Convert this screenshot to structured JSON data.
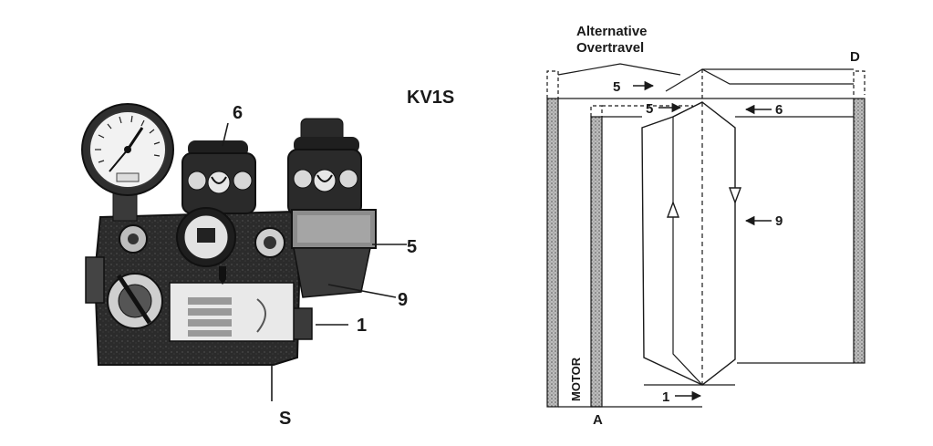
{
  "title": "KV1S",
  "photo_callouts": {
    "six": "6",
    "five": "5",
    "nine": "9",
    "one": "1",
    "s": "S"
  },
  "diagram_labels": {
    "alt_line1": "Alternative",
    "alt_line2": "Overtravel",
    "d": "D",
    "a": "A",
    "motor": "MOTOR",
    "five_top": "5",
    "five_inner": "5",
    "six": "6",
    "nine": "9",
    "one": "1"
  },
  "colors": {
    "ink": "#1a1a1a",
    "body": "#2b2b2b",
    "metal": "#6e6e6e",
    "hatch": "#9a9a9a"
  }
}
